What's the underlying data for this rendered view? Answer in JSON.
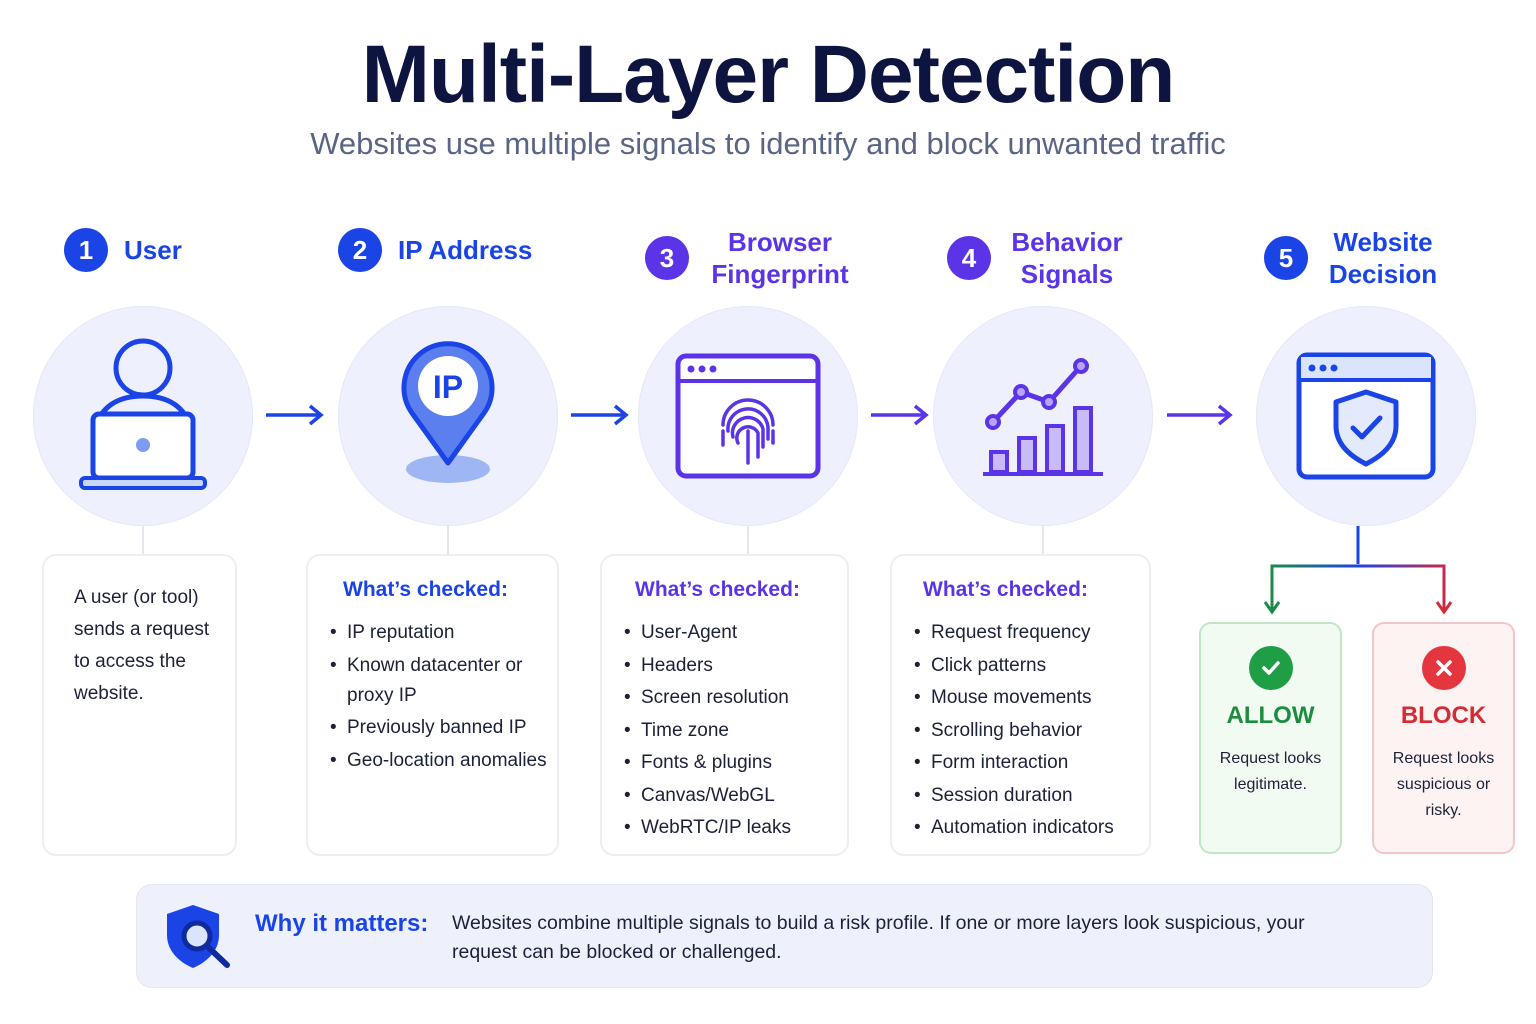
{
  "title": "Multi-Layer Detection",
  "subtitle": "Websites use multiple signals to identify and block unwanted traffic",
  "colors": {
    "blue": "#1a44e6",
    "violet": "#5b34e8",
    "allow": "#1f9e46",
    "block": "#e5353e"
  },
  "steps": [
    {
      "number": "1",
      "title": "User",
      "icon": "user-laptop-icon",
      "description": "A user (or tool) sends a request to access the website."
    },
    {
      "number": "2",
      "title": "IP Address",
      "icon": "ip-location-pin-icon",
      "icon_text": "IP",
      "checked_label": "What’s checked:",
      "checks": [
        "IP reputation",
        "Known datacenter or proxy IP",
        "Previously banned IP",
        "Geo-location anomalies"
      ]
    },
    {
      "number": "3",
      "title": "Browser Fingerprint",
      "icon": "browser-fingerprint-icon",
      "checked_label": "What’s checked:",
      "checks": [
        "User-Agent",
        "Headers",
        "Screen resolution",
        "Time zone",
        "Fonts & plugins",
        "Canvas/WebGL",
        "WebRTC/IP leaks"
      ]
    },
    {
      "number": "4",
      "title": "Behavior Signals",
      "icon": "behavior-chart-icon",
      "checked_label": "What’s checked:",
      "checks": [
        "Request frequency",
        "Click patterns",
        "Mouse movements",
        "Scrolling behavior",
        "Form interaction",
        "Session duration",
        "Automation indicators"
      ]
    },
    {
      "number": "5",
      "title": "Website Decision",
      "icon": "browser-shield-icon"
    }
  ],
  "decisions": {
    "allow": {
      "label": "ALLOW",
      "text": "Request looks legitimate.",
      "icon": "check-circle-icon"
    },
    "block": {
      "label": "BLOCK",
      "text": "Request looks suspicious or risky.",
      "icon": "x-circle-icon"
    }
  },
  "why": {
    "label": "Why it matters:",
    "text": "Websites combine multiple signals to build a risk profile. If one or more layers look suspicious, your request can be blocked or challenged.",
    "icon": "shield-magnifier-icon"
  }
}
